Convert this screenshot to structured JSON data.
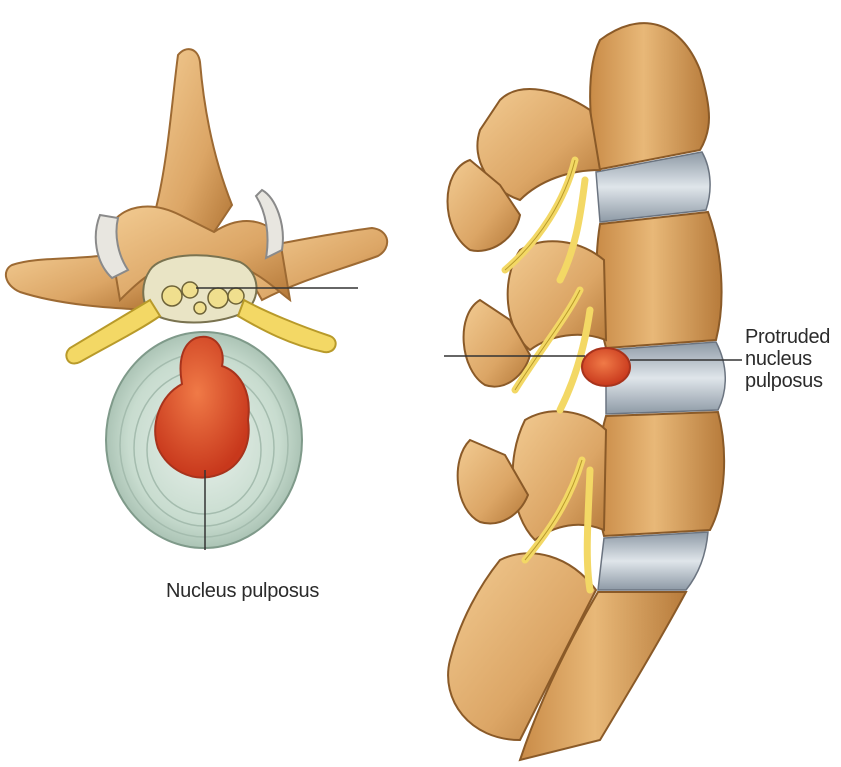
{
  "labels": {
    "nucleus_pulposus": "Nucleus pulposus",
    "protruded_line1": "Protruded",
    "protruded_line2": "nucleus",
    "protruded_line3": "pulposus"
  },
  "colors": {
    "bone": "#e3b173",
    "bone_shadow": "#b97d3f",
    "nerve": "#f3d865",
    "disc": "#cfe0d6",
    "nucleus": "#e0502b",
    "leader_line": "#333333"
  }
}
